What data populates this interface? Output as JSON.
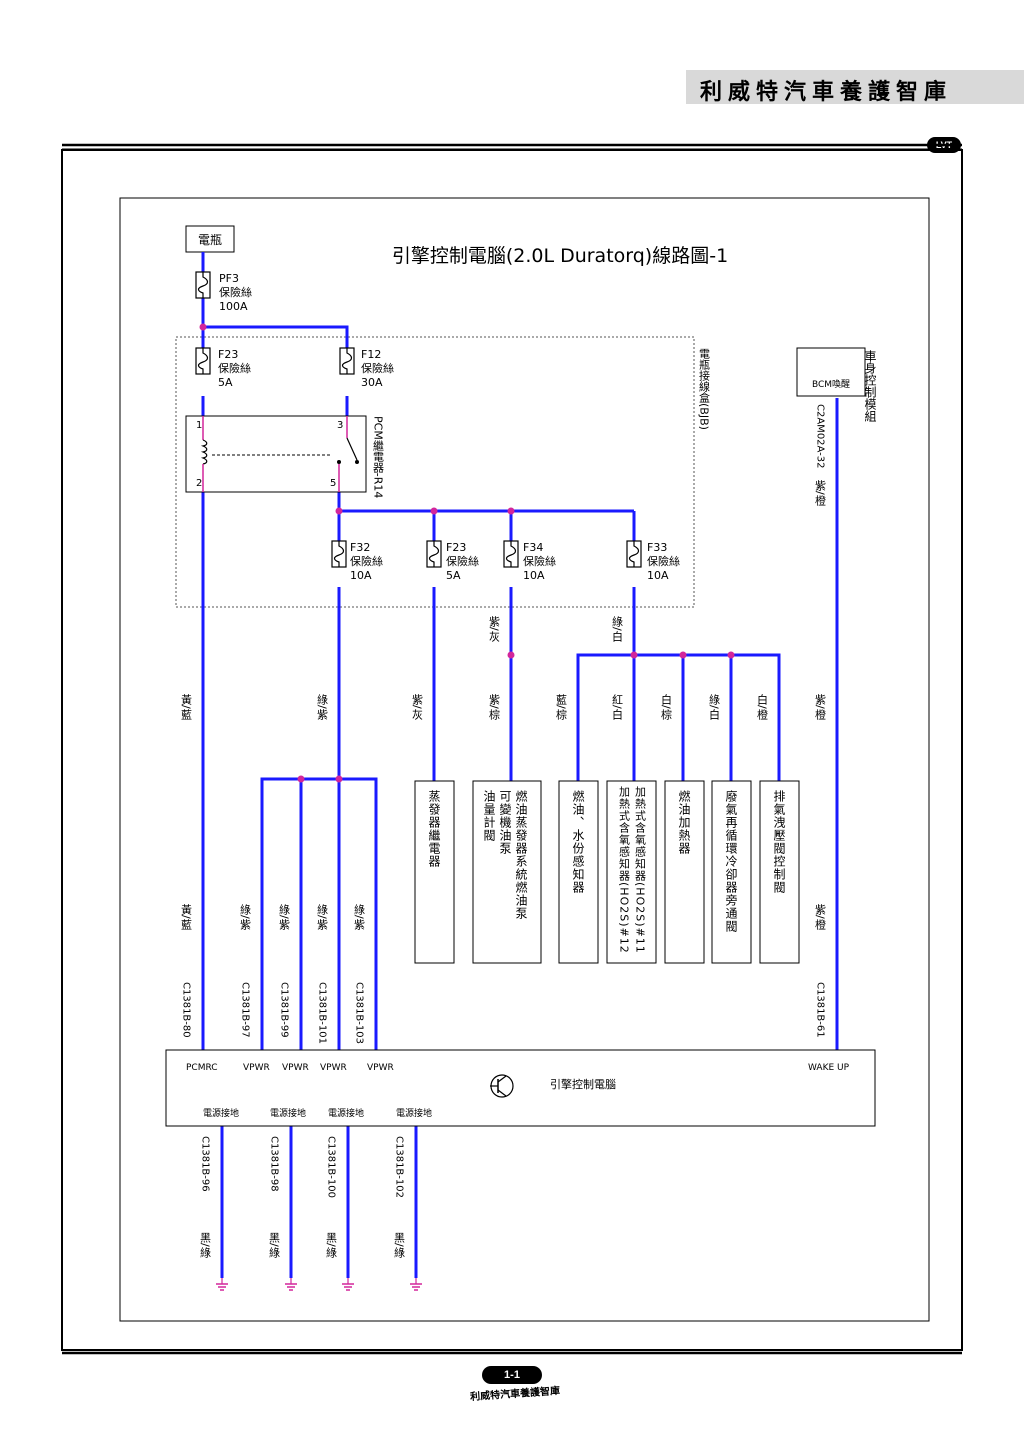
{
  "header": {
    "title": "利威特汽車養護智庫",
    "badge": "LVT"
  },
  "footer": {
    "page": "1-1",
    "brand": "利威特汽車養護智庫"
  },
  "diagram": {
    "title": "引擎控制電腦(2.0L Duratorq)線路圖-1",
    "battery": "電瓶",
    "bjb_label": "電瓶接線盒(BJB)",
    "bcm": {
      "box": "BCM喚醒",
      "module": "車身控制模組",
      "connector": "C2AM02A-32",
      "wire_top": "紫/橙",
      "wire_mid": "紫/橙",
      "wire_low": "紫/橙",
      "pin": "C1381B-61"
    },
    "pf3": {
      "name": "PF3",
      "type": "保險絲",
      "rating": "100A"
    },
    "f23a": {
      "name": "F23",
      "type": "保險絲",
      "rating": "5A"
    },
    "f12": {
      "name": "F12",
      "type": "保險絲",
      "rating": "30A"
    },
    "relay": {
      "label": "PCM繼電器-R14",
      "pin1": "1",
      "pin2": "2",
      "pin3": "3",
      "pin5": "5"
    },
    "f32": {
      "name": "F32",
      "type": "保險絲",
      "rating": "10A"
    },
    "f23b": {
      "name": "F23",
      "type": "保險絲",
      "rating": "5A"
    },
    "f34": {
      "name": "F34",
      "type": "保險絲",
      "rating": "10A"
    },
    "f33": {
      "name": "F33",
      "type": "保險絲",
      "rating": "10A"
    },
    "wires": {
      "yel_blue": "黃/藍",
      "grn_pur": "綠/紫",
      "pur_gray": "紫/灰",
      "pur_gray2": "紫/灰",
      "pur_brown": "紫/棕",
      "grn_white": "綠/白",
      "blue_brown": "藍/棕",
      "red_white": "紅/白",
      "white_brown": "白/棕",
      "grn_white2": "綠/白",
      "white_orange": "白/橙",
      "yel_blue2": "黃/藍",
      "gp1": "綠/紫",
      "gp2": "綠/紫",
      "gp3": "綠/紫",
      "gp4": "綠/紫"
    },
    "components": {
      "evap_relay": "蒸發器繼電器",
      "fuel_pump": [
        "燃油蒸發器系統燃油泵",
        "可變機油泵",
        "油量計閥"
      ],
      "water_sensor": "燃油、水份感知器",
      "ho2s": [
        "加熱式含氧感知器(HO2S)#11",
        "加熱式含氧感知器(HO2S)#12"
      ],
      "fuel_heater": "燃油加熱器",
      "egr_valve": "廢氣再循環冷卻器旁通閥",
      "exhaust_valve": "排氣洩壓閥控制閥"
    },
    "pins": {
      "p80": "C1381B-80",
      "p97": "C1381B-97",
      "p99": "C1381B-99",
      "p101": "C1381B-101",
      "p103": "C1381B-103"
    },
    "pcm": {
      "title": "引擎控制電腦",
      "pcmrc": "PCMRC",
      "vpwr1": "VPWR",
      "vpwr2": "VPWR",
      "vpwr3": "VPWR",
      "vpwr4": "VPWR",
      "wake": "WAKE UP",
      "gnd1": "電源接地",
      "gnd2": "電源接地",
      "gnd3": "電源接地",
      "gnd4": "電源接地"
    },
    "ground_pins": {
      "g96": "C1381B-96",
      "g98": "C1381B-98",
      "g100": "C1381B-100",
      "g102": "C1381B-102"
    },
    "ground_wires": {
      "w1": "黑/綠",
      "w2": "黑/綠",
      "w3": "黑/綠",
      "w4": "黑/綠"
    },
    "wire_color": "#1a1aff",
    "pink_color": "#d2269b"
  }
}
